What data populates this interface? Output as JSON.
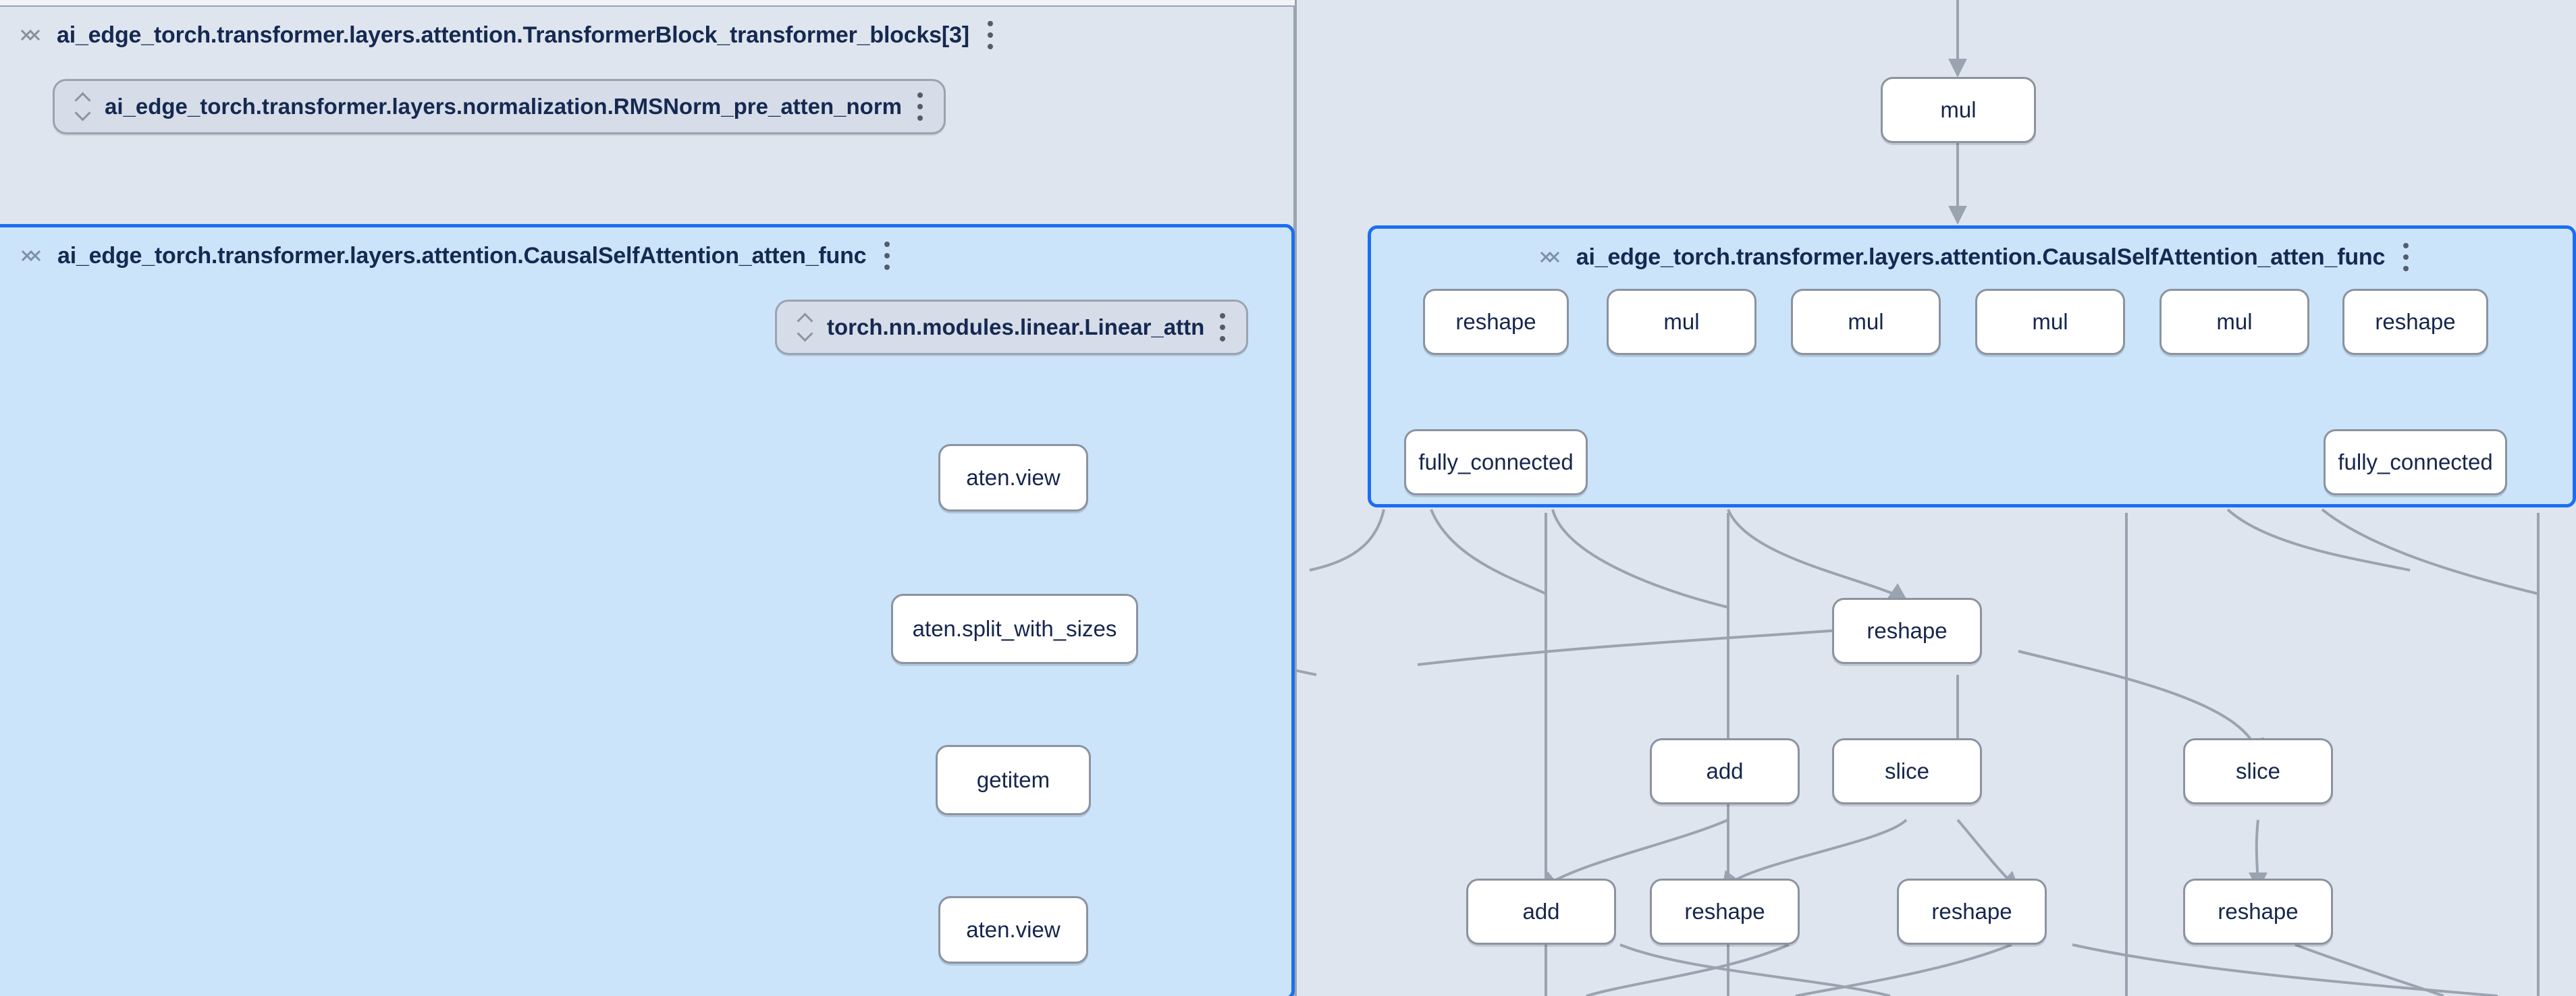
{
  "app": {
    "title": "Model Explorer graph view",
    "background_color": "#dfe5ee",
    "selected_group_color": "#cbe4fa",
    "selected_border_color": "#1b6ef3",
    "edge_color": "#9aa3b0",
    "node_text_color": "#16264d"
  },
  "left_panel": {
    "outer_group": {
      "title": "ai_edge_torch.transformer.layers.attention.TransformerBlock_transformer_blocks[3]",
      "collapse_icon": "collapse-icon",
      "menu_icon": "kebab-menu-icon"
    },
    "module_pill": {
      "label": "ai_edge_torch.transformer.layers.normalization.RMSNorm_pre_atten_norm",
      "expand_icon": "updown-icon",
      "menu_icon": "kebab-menu-icon"
    },
    "selected_group": {
      "title": "ai_edge_torch.transformer.layers.attention.CausalSelfAttention_atten_func",
      "collapse_icon": "collapse-icon",
      "menu_icon": "kebab-menu-icon"
    },
    "inner_module_pill": {
      "label": "torch.nn.modules.linear.Linear_attn",
      "expand_icon": "updown-icon",
      "menu_icon": "kebab-menu-icon"
    },
    "nodes": [
      {
        "label": "aten.view"
      },
      {
        "label": "aten.split_with_sizes"
      },
      {
        "label": "getitem"
      },
      {
        "label": "aten.view"
      }
    ]
  },
  "right_panel": {
    "top_node": {
      "label": "mul"
    },
    "selected_group": {
      "title": "ai_edge_torch.transformer.layers.attention.CausalSelfAttention_atten_func",
      "collapse_icon": "collapse-icon",
      "menu_icon": "kebab-menu-icon"
    },
    "inner_nodes": [
      {
        "label": "reshape"
      },
      {
        "label": "mul"
      },
      {
        "label": "mul"
      },
      {
        "label": "mul"
      },
      {
        "label": "mul"
      },
      {
        "label": "reshape"
      }
    ],
    "fc_nodes": [
      {
        "label": "fully_connected"
      },
      {
        "label": "fully_connected"
      }
    ],
    "row_reshape": [
      {
        "label": "reshape"
      }
    ],
    "row_mid": [
      {
        "label": "add"
      },
      {
        "label": "slice"
      },
      {
        "label": "slice"
      }
    ],
    "row_bottom": [
      {
        "label": "add"
      },
      {
        "label": "reshape"
      },
      {
        "label": "reshape"
      },
      {
        "label": "reshape"
      }
    ]
  }
}
